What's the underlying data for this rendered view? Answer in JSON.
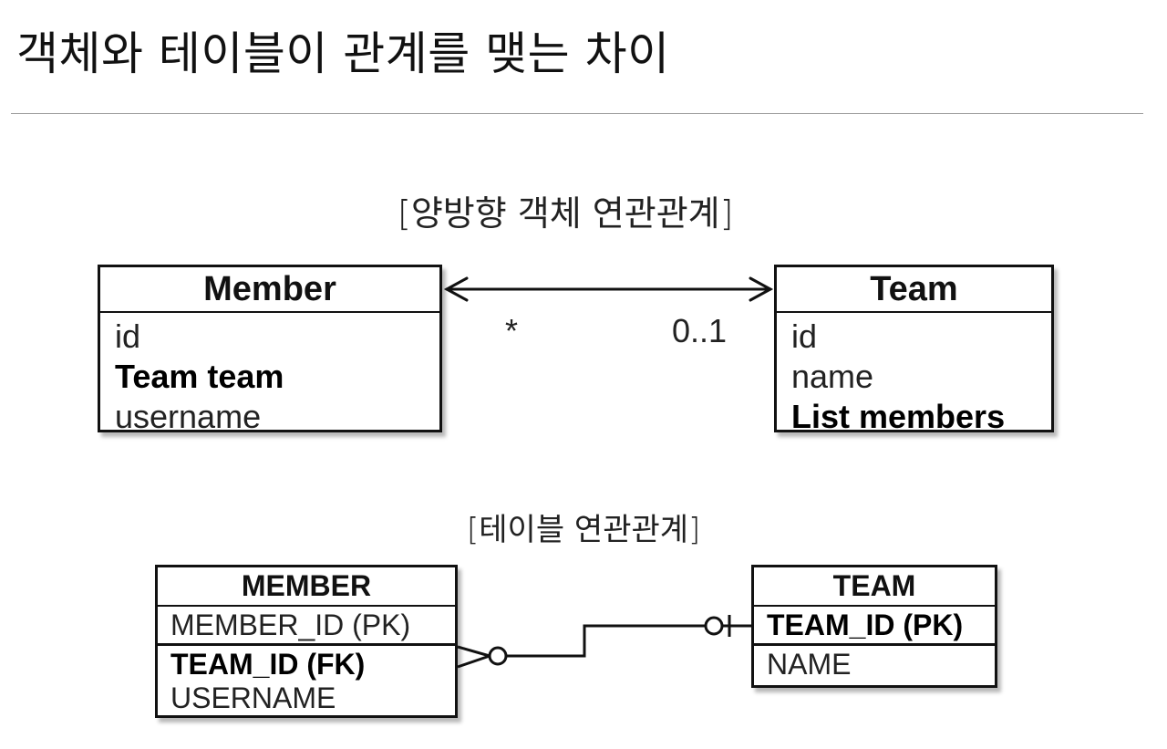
{
  "title": "객체와 테이블이 관계를 맺는 차이",
  "object_section": {
    "caption": "[양방향 객체 연관관계]",
    "member_class": {
      "name": "Member",
      "fields": [
        {
          "label": "id",
          "bold": false
        },
        {
          "label": "Team team",
          "bold": true
        },
        {
          "label": "username",
          "bold": false
        }
      ]
    },
    "team_class": {
      "name": "Team",
      "fields": [
        {
          "label": "id",
          "bold": false
        },
        {
          "label": "name",
          "bold": false
        },
        {
          "label": "List members",
          "bold": true
        }
      ]
    },
    "association": {
      "member_multiplicity": "*",
      "team_multiplicity": "0..1",
      "navigability": "bidirectional"
    }
  },
  "table_section": {
    "caption": "[테이블 연관관계]",
    "member_table": {
      "name": "MEMBER",
      "columns": [
        {
          "label": "MEMBER_ID (PK)",
          "bold": false
        },
        {
          "label": "TEAM_ID (FK)",
          "bold": true
        },
        {
          "label": "USERNAME",
          "bold": false
        }
      ]
    },
    "team_table": {
      "name": "TEAM",
      "columns": [
        {
          "label": "TEAM_ID (PK)",
          "bold": true
        },
        {
          "label": "NAME",
          "bold": false
        }
      ]
    },
    "relationship": {
      "member_end": "zero-or-many",
      "team_end": "zero-or-one"
    }
  }
}
